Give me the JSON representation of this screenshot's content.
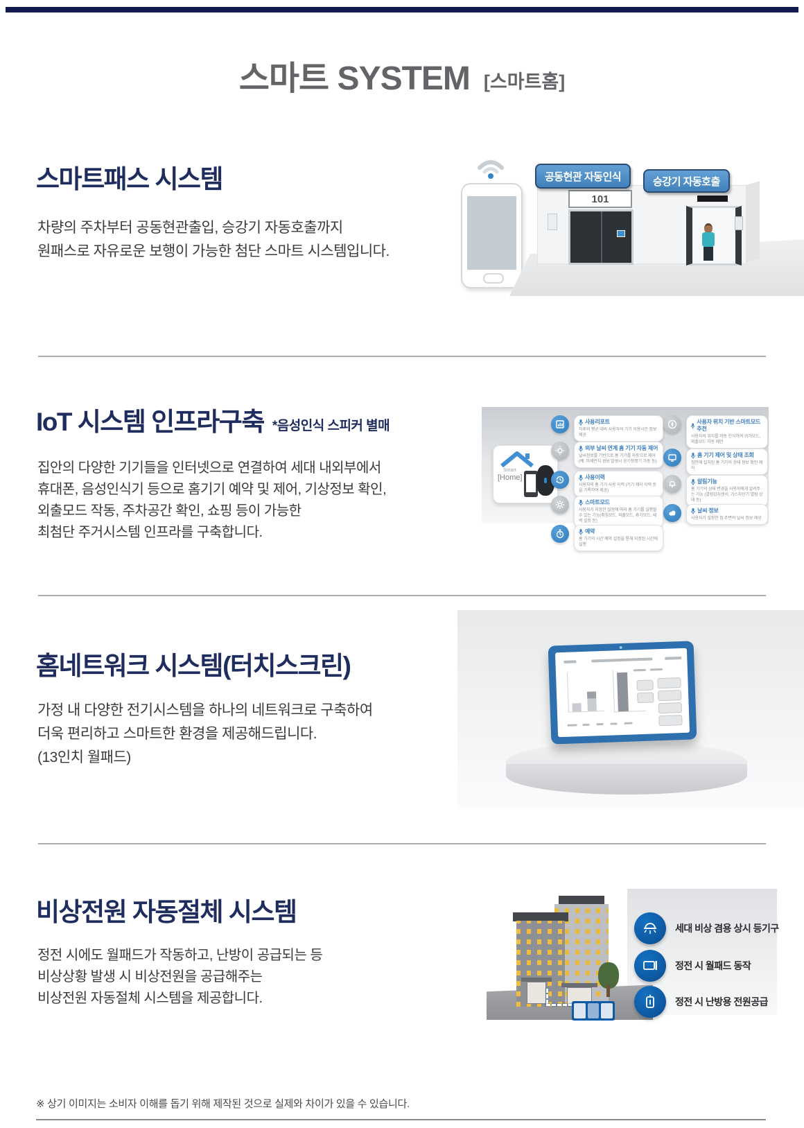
{
  "page": {
    "top_title": "스마트 SYSTEM",
    "top_title_tag": "[스마트홈]",
    "disclaimer": "※ 상기 이미지는 소비자 이해를 돕기 위해 제작된 것으로 실제와 차이가 있을 수 있습니다."
  },
  "colors": {
    "top_bar_navy": "#121c4e",
    "heading_navy": "#1e2c5e",
    "title_gray": "#646468",
    "badge_blue": "#4e90ca",
    "deep_icon_blue": "#0b5aa5",
    "bubble_title_blue": "#3f7fc0",
    "tablet_frame_blue": "#2e6fae",
    "window_yellow": "#f2bd3a"
  },
  "sections": {
    "smartpass": {
      "heading": "스마트패스 시스템",
      "body1": "차량의 주차부터 공동현관출입, 승강기 자동호출까지",
      "body2": "원패스로 자유로운 보행이 가능한 첨단 스마트 시스템입니다.",
      "badge1": "공동현관 자동인식",
      "badge2": "승강기 자동호출",
      "door_number": "101"
    },
    "iot": {
      "heading": "IoT 시스템 인프라구축",
      "note": "*음성인식 스피커 별매",
      "body1": "집안의 다양한 기기들을 인터넷으로 연결하여 세대 내외부에서",
      "body2": "휴대폰, 음성인식기 등으로 홈기기 예약 및 제어, 기상정보 확인,",
      "body3": "외출모드 작동, 주차공간 확인, 쇼핑 등이 가능한",
      "body4": "최첨단 주거시스템 인프라를 구축합니다.",
      "card": {
        "brand_top": "Smart",
        "brand_bottom": "[Home]"
      },
      "features_left": [
        {
          "title": "사용리포트",
          "desc": "하루의 평균 대비 사용자의 기기 이용시간 정보 제공"
        },
        {
          "title": "외부 날씨 연계 홈 기기 자동 제어",
          "desc": "날씨정보를 기반으로 홈 기기를 자동으로 제어 (예: 미세먼지 경보 발생시 공기청정기 가동 등)"
        },
        {
          "title": "사용이력",
          "desc": "사용자의 홈 기기 사용 이력 (기기 제어 이력 등을 기록하여 제공)"
        },
        {
          "title": "스마트모드",
          "desc": "사용자가 지정한 설정에 따라 홈 기기를 실행할 수 있는 기능(취침모드, 외출모드, 휴가모드, 새벽 설정 등)"
        },
        {
          "title": "예약",
          "desc": "홈 기기의 시간 예약 설정을 통해 지정된 시간에 실행"
        }
      ],
      "features_right": [
        {
          "title": "사용자 위치 기반 스마트모드 추천",
          "desc": "사용자의 위치를 자동 인식하여 귀가모드, 외출모드 자동 제안"
        },
        {
          "title": "홈 기기 제어 및 상태 조회",
          "desc": "집안에 설치된 홈 기기의 상태 정보 확인 제어"
        },
        {
          "title": "알림기능",
          "desc": "홈 기기의 상태 변경을 사용자에게 알려주는 기능 (열림감지센서, 가스차단기 열림 상태 등)"
        },
        {
          "title": "날씨 정보",
          "desc": "사용자가 설정한 집 주변의 날씨 정보 제공"
        }
      ]
    },
    "homenetwork": {
      "heading": "홈네트워크 시스템(터치스크린)",
      "body1": "가정 내 다양한 전기시스템을 하나의 네트워크로 구축하여",
      "body2": "더욱 편리하고 스마트한 환경을 제공해드립니다.",
      "body3": "(13인치 월패드)"
    },
    "emergency": {
      "heading": "비상전원 자동절체 시스템",
      "body1": "정전 시에도 월패드가 작동하고, 난방이 공급되는 등",
      "body2": "비상상황 발생 시 비상전원을 공급해주는",
      "body3": "비상전원 자동절체 시스템을 제공합니다.",
      "items": [
        {
          "label": "세대 비상 겸용 상시 등기구"
        },
        {
          "label": "정전 시 월패드 동작"
        },
        {
          "label": "정전 시 난방용 전원공급"
        }
      ]
    }
  }
}
